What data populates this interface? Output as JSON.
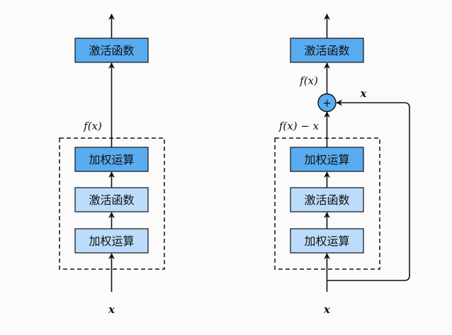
{
  "colors": {
    "box_dark": "#5aacf0",
    "box_light": "#bcdcfb",
    "stroke": "#111111",
    "background": "#fbfbfb"
  },
  "left": {
    "top_box": "激活函数",
    "output_label": "f(x)",
    "block": [
      "加权运算",
      "激活函数",
      "加权运算"
    ],
    "input_label": "x"
  },
  "right": {
    "top_box": "激活函数",
    "sum_output_label": "f(x)",
    "sum_symbol": "+",
    "skip_label": "x",
    "residual_label": "f(x) − x",
    "block": [
      "加权运算",
      "激活函数",
      "加权运算"
    ],
    "input_label": "x"
  }
}
